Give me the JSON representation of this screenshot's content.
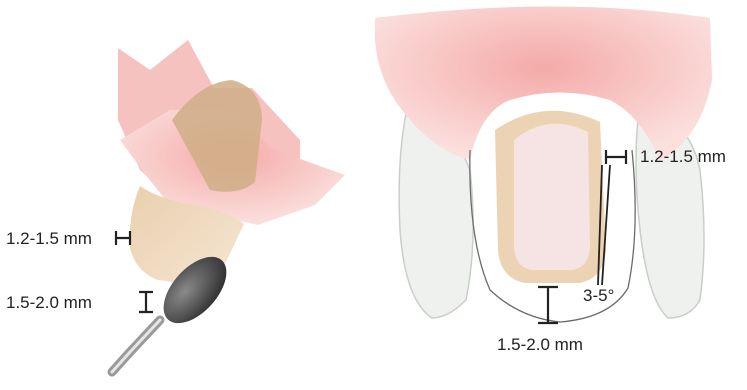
{
  "left_view": {
    "labels": {
      "axial_reduction": "1.2-1.5 mm",
      "incisal_reduction": "1.5-2.0 mm"
    }
  },
  "right_view": {
    "labels": {
      "axial_reduction": "1.2-1.5 mm",
      "taper_angle": "3-5°",
      "incisal_reduction": "1.5-2.0 mm"
    }
  },
  "colors": {
    "gingiva": "#ef9a9a",
    "gingiva_light": "#f8c9c9",
    "prepared_tooth": "#ecd3b4",
    "tooth_core": "#f6e3e3",
    "adjacent_teeth": "#eef1ee",
    "bur": "#5c5c5c",
    "annotation_line": "#222222"
  },
  "icons": [
    "diamond-bur-icon"
  ]
}
